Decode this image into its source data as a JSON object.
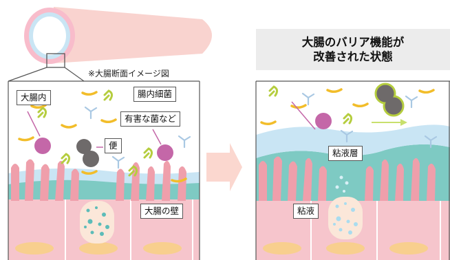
{
  "colors": {
    "wall": "#f6c5cc",
    "teal_mucus": "#7ecac3",
    "light_blue": "#c9e5f4",
    "villi": "#ef9fab",
    "nucleus": "#f8cf8e",
    "bacteria": "#b5cd3e",
    "good_bacteria_arc": "#f2bd2a",
    "harmful_bacteria": "#c467a8",
    "stool": "#6e6a6a",
    "y_shape": "#a9c8e3",
    "arrow": "#c8e06d"
  },
  "left_panel": {
    "note": "※大腸断面イメージ図",
    "labels": {
      "large_intestine_inside": "大腸内",
      "intestinal_bacteria": "腸内細菌",
      "harmful_bacteria": "有害な菌など",
      "stool": "便",
      "intestinal_wall": "大腸の壁"
    }
  },
  "right_panel": {
    "title": [
      "大腸のバリア機能が",
      "改善された状態"
    ],
    "labels": {
      "mucus_layer": "粘液層",
      "mucus": "粘液"
    }
  }
}
